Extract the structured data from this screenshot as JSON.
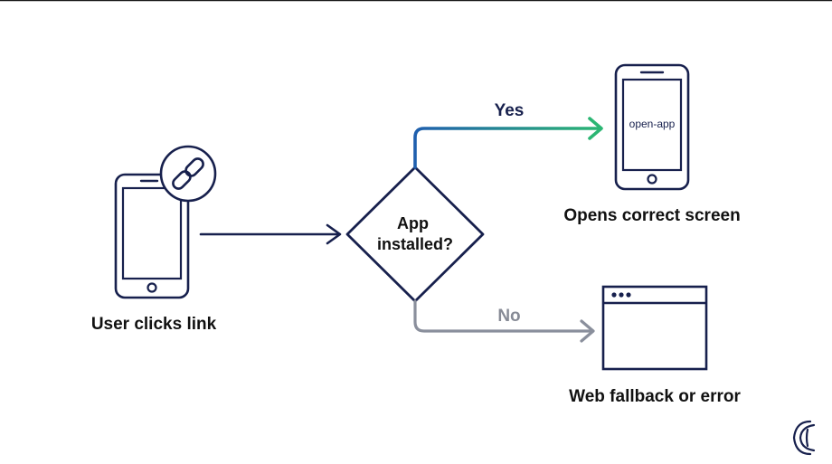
{
  "diagram": {
    "source_caption": "User clicks link",
    "decision_lines": [
      "App",
      "installed?"
    ],
    "yes_label": "Yes",
    "no_label": "No",
    "app_screen_text": "open-app",
    "yes_caption": "Opens correct screen",
    "no_caption": "Web fallback or error"
  },
  "colors": {
    "navy": "#17204d",
    "yes_gradient_start": "#1f5fae",
    "yes_gradient_end": "#2bb673",
    "no_gray": "#8a8f9c",
    "no_label_gray": "#878b96",
    "background": "#ffffff"
  },
  "icons": {
    "link": "link-icon",
    "phone_left": "smartphone-icon",
    "phone_right": "smartphone-icon",
    "browser": "browser-window-icon",
    "watermark": "logo-mark-icon"
  }
}
